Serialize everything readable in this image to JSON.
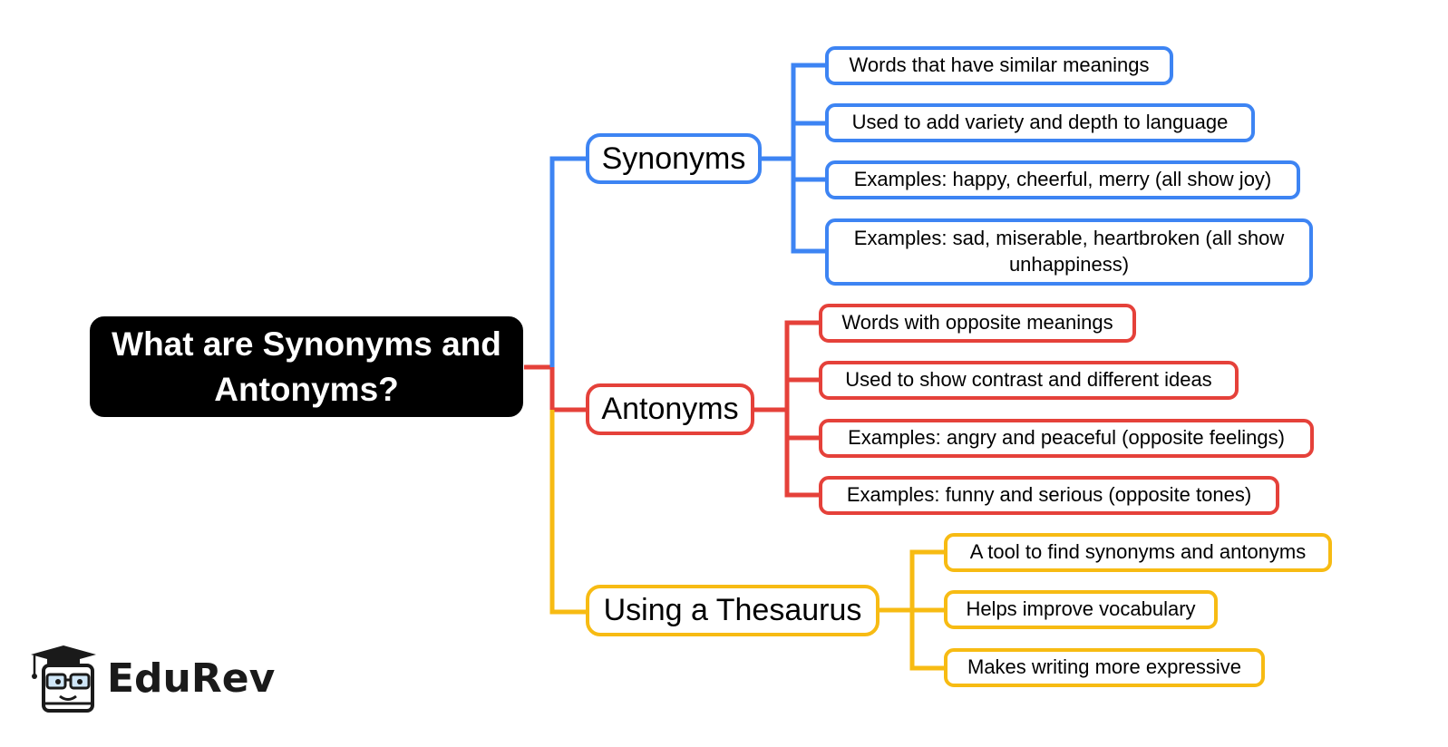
{
  "root": {
    "title": "What are Synonyms and Antonyms?"
  },
  "branches": [
    {
      "label": "Synonyms",
      "color": "#3d84f3",
      "items": [
        "Words that have similar meanings",
        "Used to add variety and depth to language",
        "Examples: happy, cheerful, merry (all show joy)",
        "Examples: sad, miserable, heartbroken (all show unhappiness)"
      ]
    },
    {
      "label": "Antonyms",
      "color": "#e5413a",
      "items": [
        "Words with opposite meanings",
        "Used to show contrast and different ideas",
        "Examples: angry and peaceful (opposite feelings)",
        "Examples: funny and serious (opposite tones)"
      ]
    },
    {
      "label": "Using a Thesaurus",
      "color": "#f7bb13",
      "items": [
        "A tool to find synonyms and antonyms",
        "Helps improve vocabulary",
        "Makes writing more expressive"
      ]
    }
  ],
  "logo": {
    "text": "EduRev",
    "icon": "graduate-mascot-icon"
  }
}
